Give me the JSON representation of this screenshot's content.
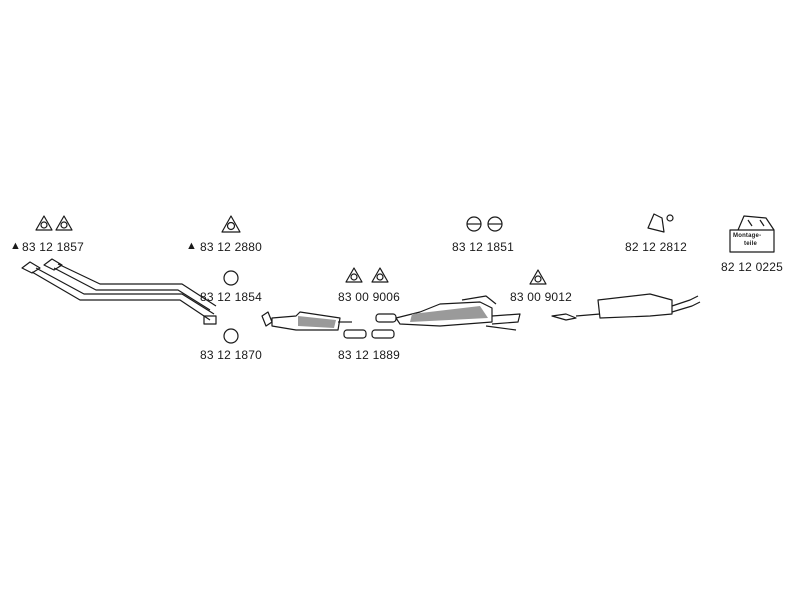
{
  "parts": {
    "p1": {
      "number": "83 12 1857",
      "marker": "▲"
    },
    "p2": {
      "number": "83 12 2880",
      "marker": "▲"
    },
    "p3": {
      "number": "83 12 1854"
    },
    "p4": {
      "number": "83 12 1870"
    },
    "p5": {
      "number": "83 00 9006"
    },
    "p6": {
      "number": "83 12 1889"
    },
    "p7": {
      "number": "83 12 1851"
    },
    "p8": {
      "number": "83 00 9012"
    },
    "p9": {
      "number": "82 12 2812"
    },
    "p10": {
      "number": "82 12 0225",
      "box_label_1": "Montage-",
      "box_label_2": "teile"
    }
  },
  "colors": {
    "line": "#1a1a1a",
    "part_fill": "#ffffff",
    "shade": "#9a9a9a"
  }
}
